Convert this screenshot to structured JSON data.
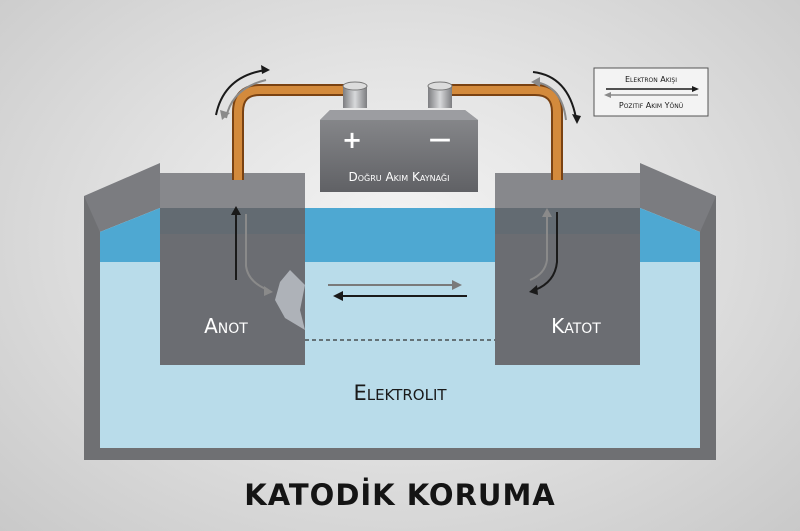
{
  "title": "KATODİK KORUMA",
  "power_source": {
    "label": "Doğru Akım Kaynağı",
    "positive": "+",
    "negative": "—"
  },
  "electrodes": {
    "anode": "Anot",
    "cathode": "Katot"
  },
  "electrolyte": "Elektrolit",
  "legend": {
    "electron_flow": "Elektron Akışı",
    "positive_current": "Pozitif Akım Yönü"
  },
  "colors": {
    "electrolyte": "#5fb4d6",
    "wire": "#c8782c",
    "electrode": "#707276",
    "tank": "#6e6f72"
  }
}
